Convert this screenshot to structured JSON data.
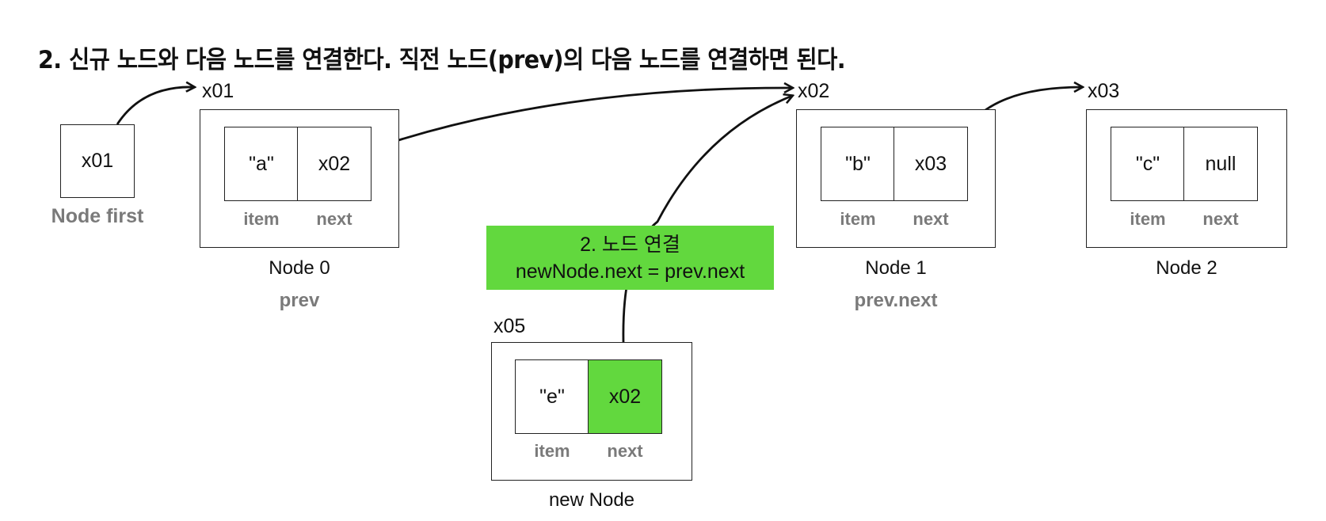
{
  "title": "2. 신규 노드와 다음 노드를 연결한다. 직전 노드(prev)의 다음 노드를 연결하면 된다.",
  "first": {
    "value": "x01",
    "label": "Node first"
  },
  "nodes": [
    {
      "address": "x01",
      "item": "\"a\"",
      "next": "x02",
      "item_label": "item",
      "next_label": "next",
      "name": "Node 0",
      "role": "prev"
    },
    {
      "address": "x02",
      "item": "\"b\"",
      "next": "x03",
      "item_label": "item",
      "next_label": "next",
      "name": "Node 1",
      "role": "prev.next"
    },
    {
      "address": "x03",
      "item": "\"c\"",
      "next": "null",
      "item_label": "item",
      "next_label": "next",
      "name": "Node 2",
      "role": ""
    }
  ],
  "new_node": {
    "address": "x05",
    "item": "\"e\"",
    "next": "x02",
    "item_label": "item",
    "next_label": "next",
    "name": "new Node",
    "highlight_color": "#62d83e"
  },
  "note": {
    "line1": "2. 노드 연결",
    "line2": "newNode.next = prev.next",
    "color": "#62d83e"
  },
  "arrows": [
    {
      "from": "first",
      "to": "x01"
    },
    {
      "from": "Node 0.next",
      "to": "x02"
    },
    {
      "from": "new Node.next",
      "to": "x02"
    },
    {
      "from": "Node 1.next",
      "to": "x03"
    }
  ]
}
